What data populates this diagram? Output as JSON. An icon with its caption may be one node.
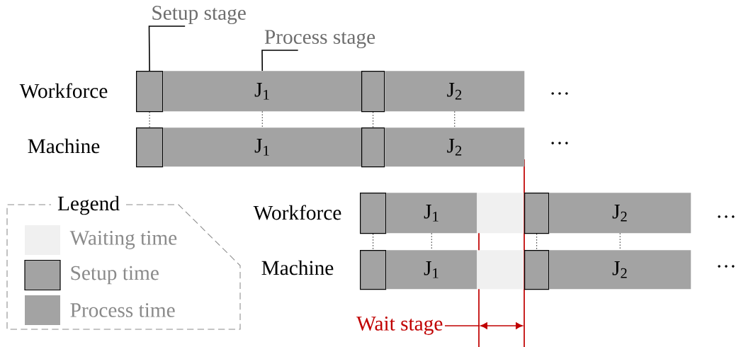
{
  "diagram": {
    "nodes": [
      {
        "text": [
          "Setup stage"
        ]
      },
      {
        "text": [
          "Process stage"
        ]
      },
      {
        "text": [],
        "shape": "box"
      },
      {
        "text": [
          "J$_{1}$"
        ]
      },
      {
        "text": [],
        "shape": "box"
      },
      {
        "text": [
          "J$_{2}$"
        ]
      },
      {
        "text": [],
        "shape": "box"
      },
      {
        "text": [
          "J$_{1}$"
        ]
      },
      {
        "text": [],
        "shape": "box"
      },
      {
        "text": [
          "J$_{2}$"
        ]
      },
      {
        "text": [],
        "shape": "box"
      },
      {
        "text": [
          "J$_{1}$"
        ]
      },
      {
        "text": [],
        "shape": "bar"
      },
      {
        "text": [],
        "shape": "box"
      },
      {
        "text": [
          "J$_{2}$"
        ]
      },
      {
        "text": [],
        "shape": "box"
      },
      {
        "text": [
          "J$_{1}$"
        ]
      },
      {
        "text": [],
        "shape": "bar"
      },
      {
        "text": [],
        "shape": "box"
      },
      {
        "text": [
          "J$_{2}$"
        ]
      }
    ],
    "edges": [
      {
        "from": 0,
        "to": 2,
        "arrow": "none"
      },
      {
        "from": 1,
        "to": 3,
        "arrow": "none"
      },
      {
        "from": 2,
        "to": 6,
        "arrow": "none",
        "style": "dashed"
      },
      {
        "from": 3,
        "to": 7,
        "arrow": "none",
        "style": "dashed"
      },
      {
        "from": 4,
        "to": 8,
        "arrow": "none",
        "style": "dashed"
      },
      {
        "from": 5,
        "to": 9,
        "arrow": "none",
        "style": "dashed"
      },
      {
        "from": 10,
        "to": 15,
        "arrow": "none",
        "style": "dashed"
      },
      {
        "from": 11,
        "to": 16,
        "arrow": "none",
        "style": "dashed"
      },
      {
        "from": 13,
        "to": 18,
        "arrow": "none",
        "style": "dashed"
      },
      {
        "from": 14,
        "to": 19,
        "arrow": "none",
        "style": "dashed"
      }
    ],
    "labels": [
      "Workforce",
      "…",
      "Machine",
      "…",
      "Legend",
      "Workforce",
      "…",
      "Machine",
      "…",
      "Wait stage"
    ],
    "legend": [
      {
        "text": "Waiting time",
        "color": "#f0f0f0"
      },
      {
        "text": "Setup time"
      },
      {
        "text": "Process time",
        "color": "#a3a3a3"
      }
    ]
  }
}
